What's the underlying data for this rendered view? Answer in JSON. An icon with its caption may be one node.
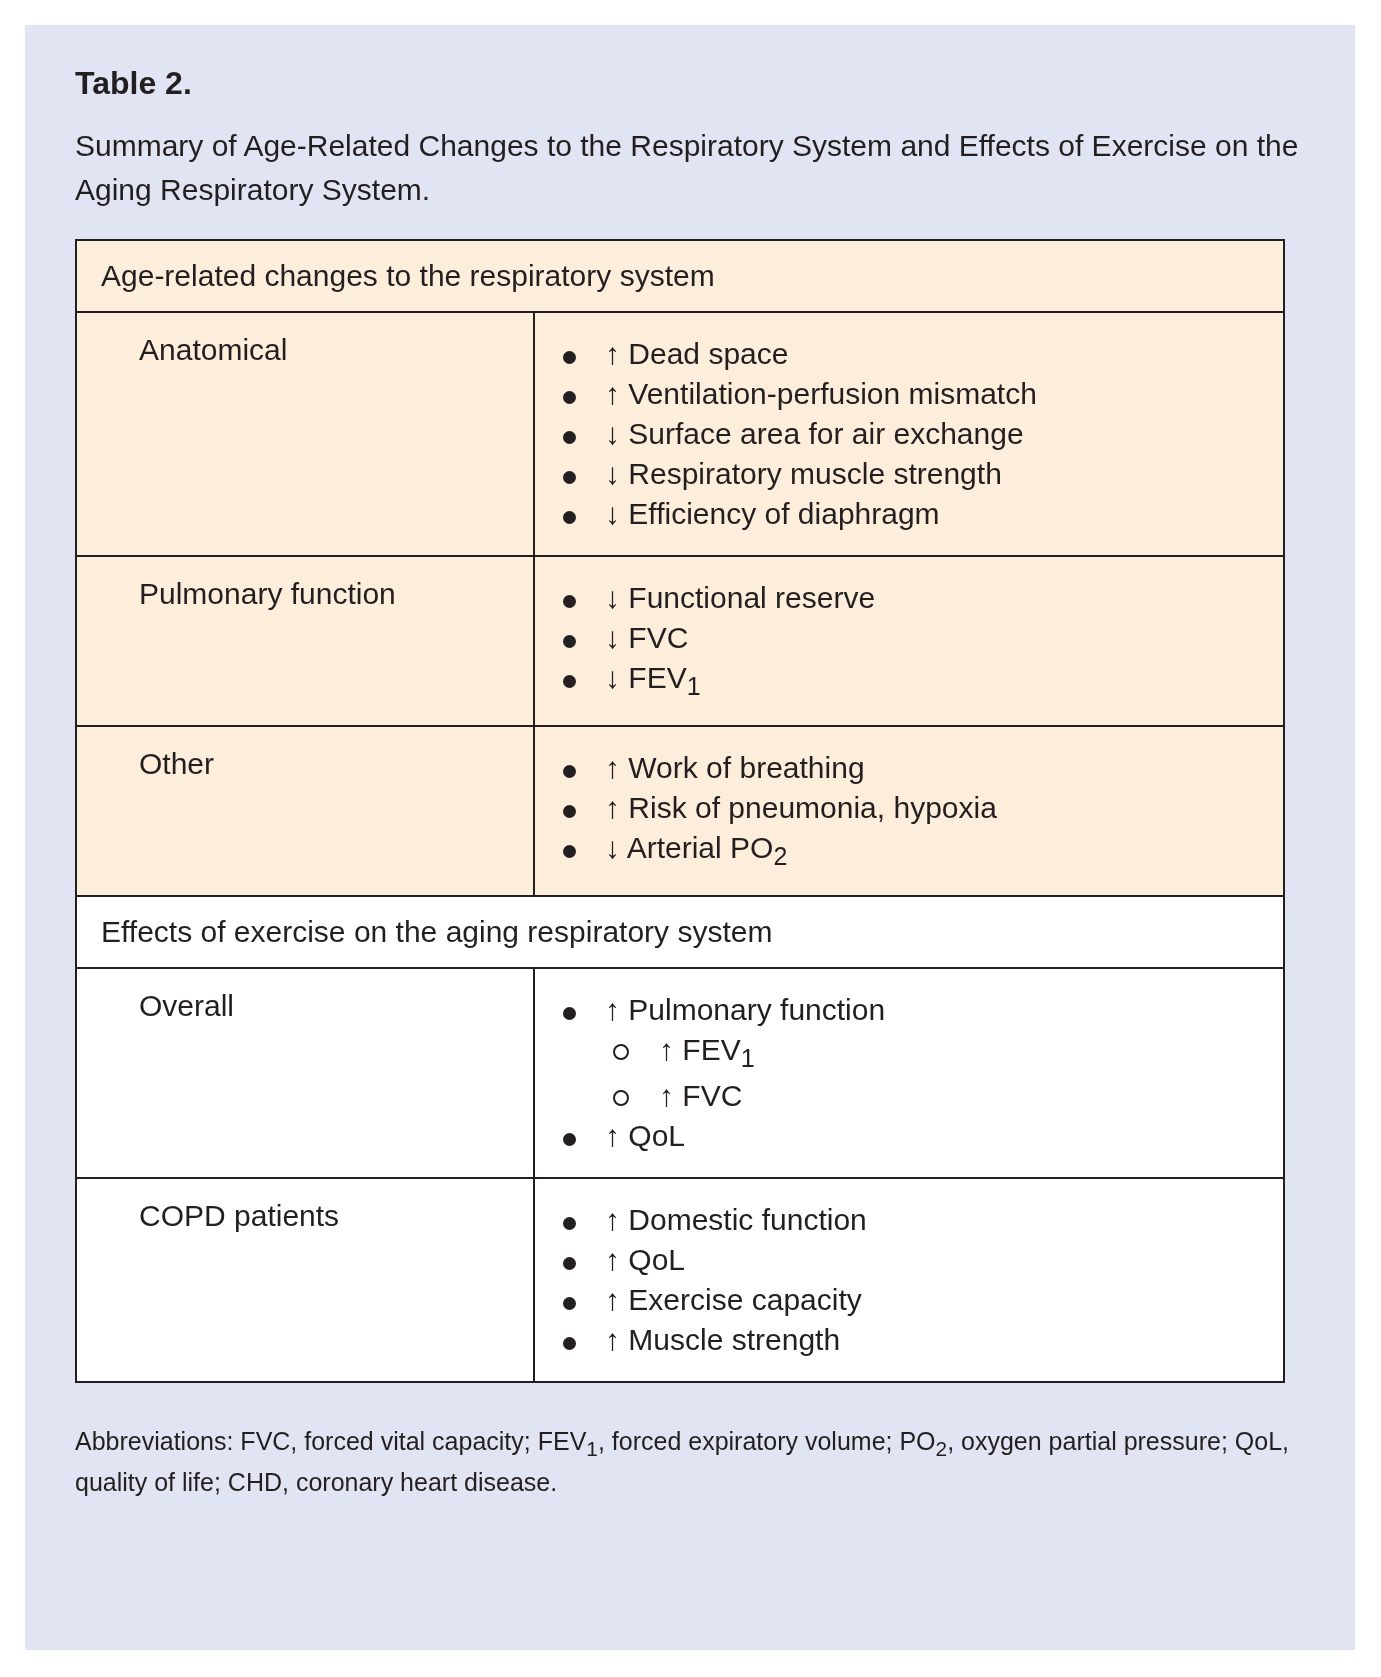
{
  "diagram": {
    "title": "Table 2.",
    "caption": "Abbreviations: FVC, forced vital capacity; FEV$_{1}$, forced expiratory volume; PO$_{2}$, oxygen partial pressure; QoL, quality of life; CHD, coronary heart disease.",
    "labels": [
      "Summary of Age-Related Changes to the Respiratory System and Effects of Exercise on the Aging Respiratory System.",
      "Age-related changes to the respiratory system",
      "Anatomical",
      "↑ Dead space",
      "↑ Ventilation-perfusion mismatch",
      "↓ Surface area for air exchange",
      "↓ Respiratory muscle strength",
      "↓ Efficiency of diaphragm",
      "Pulmonary function",
      "↓ Functional reserve",
      "↓ FVC",
      "↓ FEV$_{1}$",
      "Other",
      "↑ Work of breathing",
      "↑ Risk of pneumonia, hypoxia",
      "↓ Arterial PO$_{2}$",
      "Effects of exercise on the aging respiratory system",
      "Overall",
      "↑ Pulmonary function",
      "↑ FEV$_{1}$",
      "↑ FVC",
      "↑ QoL",
      "COPD patients",
      "↑ Domestic function",
      "↑ QoL",
      "↑ Exercise capacity",
      "↑ Muscle strength"
    ]
  }
}
